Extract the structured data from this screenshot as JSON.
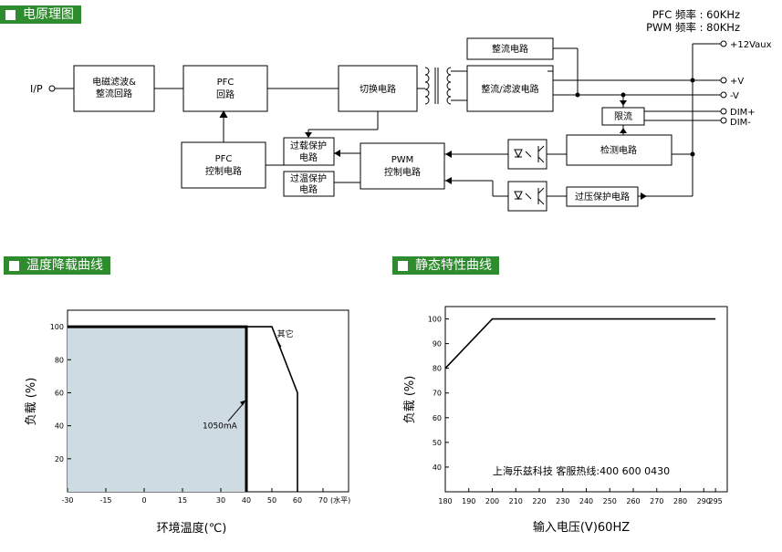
{
  "headers": {
    "block_diagram": "电原理图",
    "derating": "温度降载曲线",
    "static": "静态特性曲线"
  },
  "frequencies": {
    "pfc": "PFC 频率 : 60KHz",
    "pwm": "PWM 频率 : 80KHz"
  },
  "block_diagram": {
    "input_label": "I/P",
    "blocks": {
      "emi_filter": [
        "电磁滤波&",
        "整流回路"
      ],
      "pfc_circuit": [
        "PFC",
        "回路"
      ],
      "switching": "切换电路",
      "rectifier_top": "整流电路",
      "rect_filter": "整流/滤波电路",
      "pfc_control": [
        "PFC",
        "控制电路"
      ],
      "overload": [
        "过载保护",
        "电路"
      ],
      "overtemp": [
        "过温保护",
        "电路"
      ],
      "pwm_control": [
        "PWM",
        "控制电路"
      ],
      "current_limit": "限流",
      "detection": "检测电路",
      "ovp": "过压保护电路"
    },
    "outputs": {
      "vaux": "+12Vaux",
      "vplus": "+V",
      "vminus": "-V",
      "dim_plus": "DIM+",
      "dim_minus": "DIM-"
    }
  },
  "chart_data": [
    {
      "type": "area",
      "xlabel": "环境温度(℃)",
      "ylabel": "负载 (%)",
      "xlim": [
        -30,
        80
      ],
      "ylim": [
        0,
        110
      ],
      "xticks": [
        "-30",
        "-15",
        "0",
        "15",
        "30",
        "40",
        "50",
        "60",
        "70"
      ],
      "x_unit_note": "(水平)",
      "yticks": [
        "20",
        "40",
        "60",
        "80",
        "100"
      ],
      "series": [
        {
          "name": "1050mA",
          "x": [
            -30,
            40,
            40
          ],
          "y": [
            100,
            100,
            0
          ]
        },
        {
          "name": "其它",
          "x": [
            -30,
            50,
            55,
            60,
            60
          ],
          "y": [
            100,
            100,
            80,
            60,
            0
          ]
        }
      ]
    },
    {
      "type": "line",
      "xlabel": "输入电压(V)60HZ",
      "ylabel": "负载 (%)",
      "xlim": [
        180,
        300
      ],
      "ylim": [
        30,
        105
      ],
      "xticks": [
        "180",
        "190",
        "200",
        "210",
        "220",
        "230",
        "240",
        "250",
        "260",
        "270",
        "280",
        "290",
        "295"
      ],
      "yticks": [
        "40",
        "50",
        "60",
        "70",
        "80",
        "90",
        "100"
      ],
      "series": [
        {
          "x": [
            180,
            200,
            295
          ],
          "y": [
            80,
            100,
            100
          ]
        }
      ],
      "annotation": "上海乐兹科技 客服热线:400 600 0430"
    }
  ]
}
